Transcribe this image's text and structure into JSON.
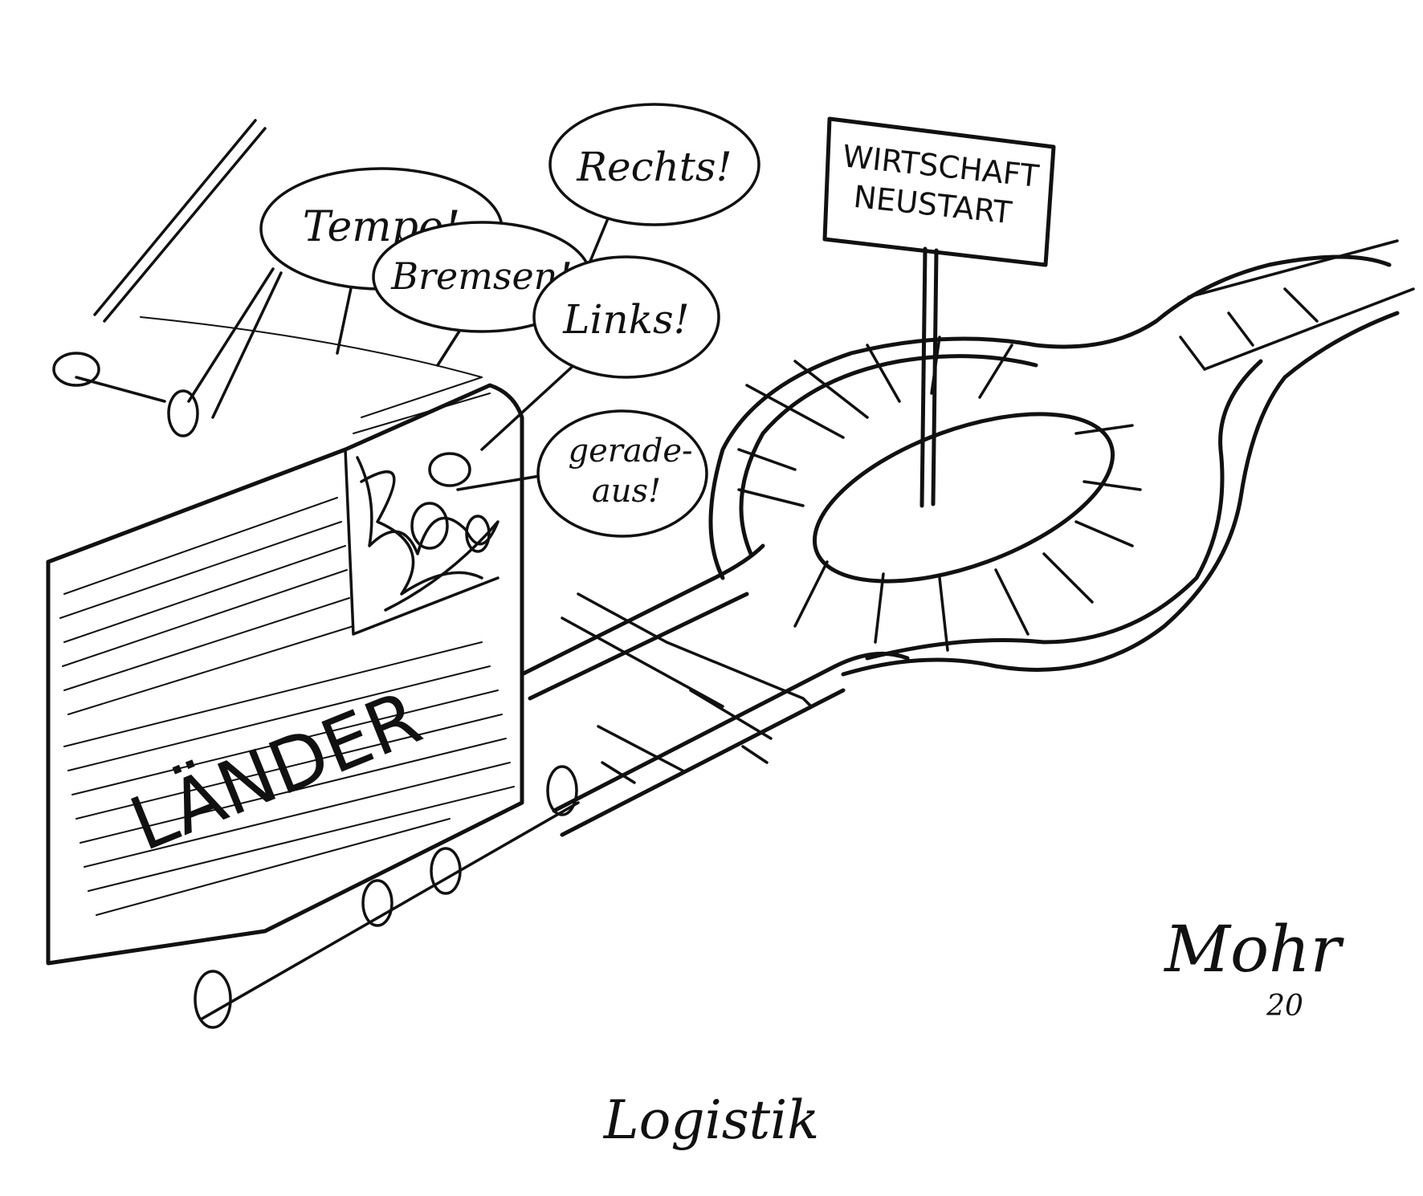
{
  "speech_bubbles": {
    "tempo": "Tempo!",
    "bremsen": "Bremsen!",
    "rechts": "Rechts!",
    "links": "Links!",
    "geradeaus_line1": "gerade-",
    "geradeaus_line2": "aus!"
  },
  "sign": {
    "line1": "WIRTSCHAFT",
    "line2": "NEUSTART"
  },
  "wagon_label": "LÄNDER",
  "signature": {
    "name": "Mohr",
    "year": "20"
  },
  "caption": "Logistik"
}
